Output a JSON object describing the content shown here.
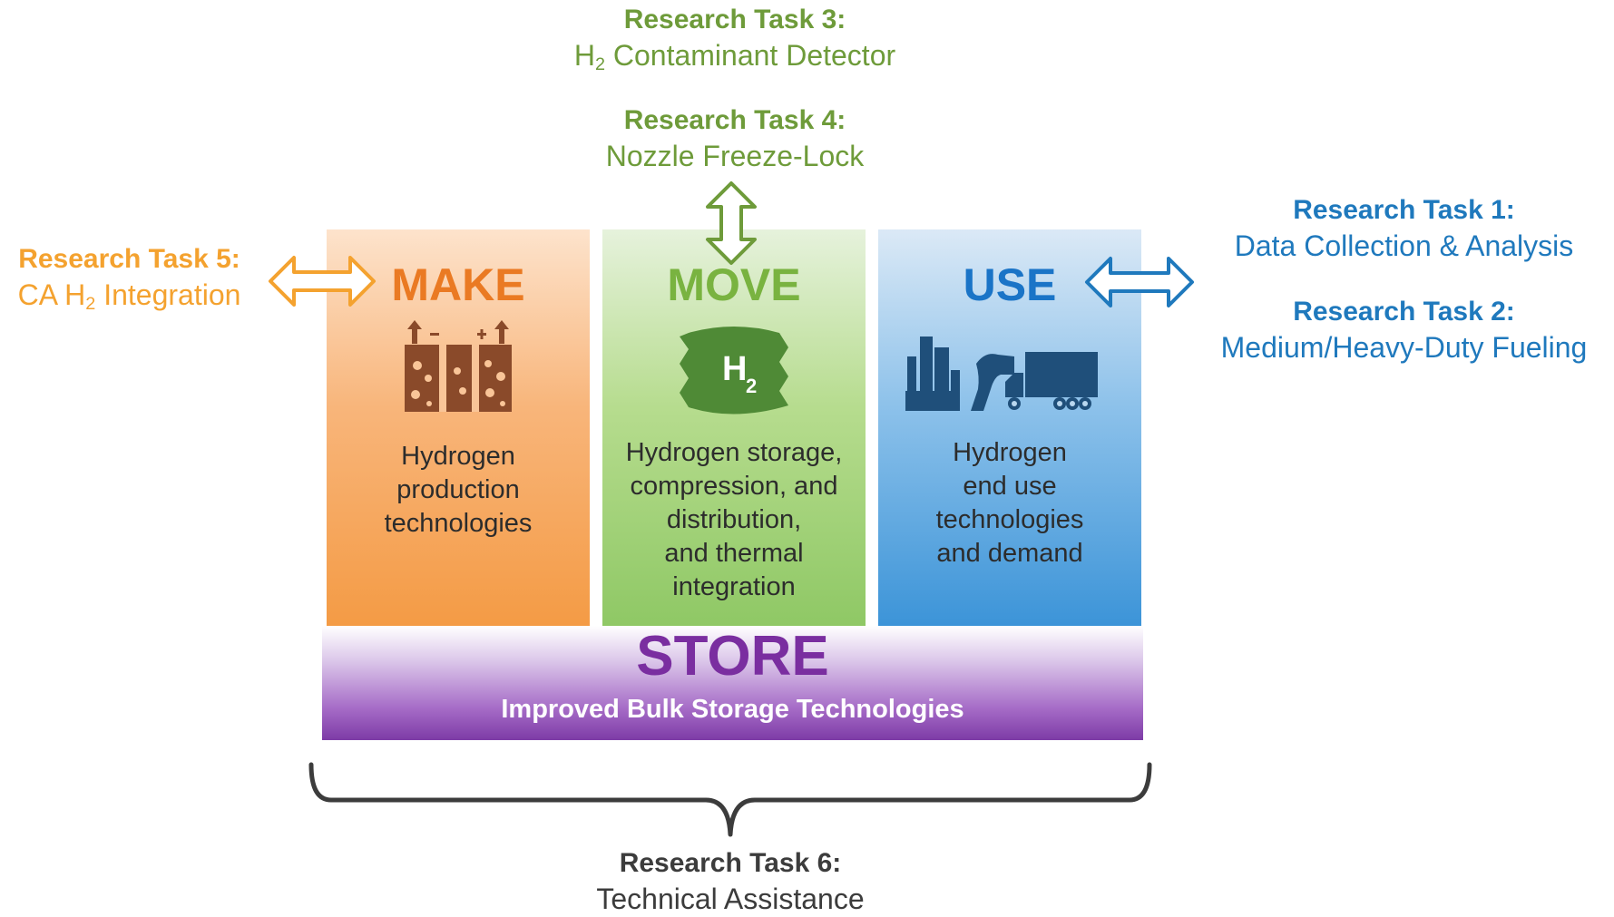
{
  "tasks": {
    "task3": {
      "title": "Research Task 3:",
      "sub_prefix": "H",
      "sub_subscript": "2",
      "sub_suffix": " Contaminant Detector"
    },
    "task4": {
      "title": "Research Task 4:",
      "sub": "Nozzle Freeze-Lock"
    },
    "task5": {
      "title": "Research Task 5:",
      "sub_prefix": "CA H",
      "sub_subscript": "2",
      "sub_suffix": " Integration"
    },
    "task1": {
      "title": "Research Task 1:",
      "sub": "Data Collection & Analysis"
    },
    "task2": {
      "title": "Research Task 2:",
      "sub": "Medium/Heavy-Duty Fueling"
    },
    "task6": {
      "title": "Research Task 6:",
      "sub": "Technical Assistance"
    }
  },
  "columns": {
    "make": {
      "heading": "MAKE",
      "desc": [
        "Hydrogen",
        "production",
        "technologies"
      ],
      "icon": "electrolyzer-icon"
    },
    "move": {
      "heading": "MOVE",
      "desc": [
        "Hydrogen storage,",
        "compression, and",
        "distribution,",
        "and thermal",
        "integration"
      ],
      "icon": "h2-tank-icon",
      "icon_label": "H",
      "icon_subscript": "2"
    },
    "use": {
      "heading": "USE",
      "desc": [
        "Hydrogen",
        "end use",
        "technologies",
        "and demand"
      ],
      "icon": "industry-fuel-truck-icon"
    }
  },
  "store": {
    "title": "STORE",
    "subtitle": "Improved Bulk Storage Technologies"
  },
  "colors": {
    "green": "#6e9b3a",
    "blue": "#1f79bd",
    "orange": "#f4a22f",
    "dark": "#3c3c3c",
    "make": "#ea7a23",
    "move": "#79b340",
    "use": "#1a74c7",
    "store": "#7a2ea0"
  }
}
